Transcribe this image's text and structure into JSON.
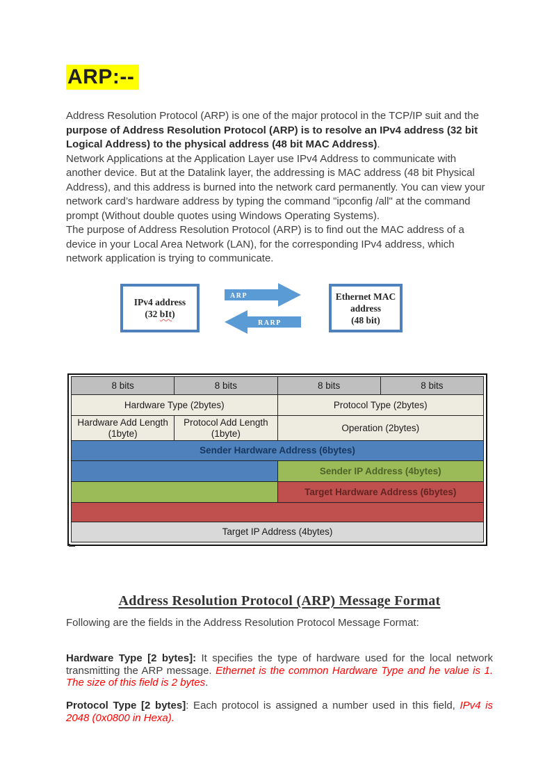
{
  "title": {
    "text": "ARP:--",
    "highlight_color": "#ffff00"
  },
  "intro": {
    "p1_start": "Address Resolution Protocol (ARP) is one of the major protocol in the TCP/IP suit and the ",
    "p1_bold": "purpose of Address Resolution Protocol (ARP) is to resolve an IPv4 address (32 bit Logical Address) to the physical address (48 bit MAC Address)",
    "p1_end": ".",
    "p2": "Network Applications at the Application Layer use IPv4 Address to communicate with another device.  But at the Datalink layer, the addressing is MAC address (48 bit Physical Address), and this address is burned into the network card permanently. You can view your network card’s hardware address by typing the command \"ipconfig /all\" at the command prompt (Without double quotes using Windows Operating Systems).",
    "p3": "The purpose of Address Resolution Protocol (ARP) is to find out the MAC address of a device in your Local Area Network (LAN), for the corresponding IPv4 address, which network application is trying to communicate."
  },
  "diagram": {
    "left_box": {
      "line1": "IPv4 address",
      "line2_prefix": "(32 ",
      "line2_word": "bIt",
      "line2_suffix": ")"
    },
    "right_box": {
      "line1": "Ethernet MAC",
      "line2": "address",
      "line3": "(48 bit)"
    },
    "forward_arrow_label": "ARP",
    "reverse_arrow_label": "RARP",
    "arrow_color": "#5b9bd5",
    "box_border_color": "#4f81bd"
  },
  "arp_table": {
    "header_row": [
      "8 bits",
      "8 bits",
      "8 bits",
      "8 bits"
    ],
    "hardware_type": "Hardware Type (2bytes)",
    "protocol_type": "Protocol Type (2bytes)",
    "hardware_add_length": "Hardware Add Length (1byte)",
    "protocol_add_length": "Protocol Add Length (1byte)",
    "operation": "Operation (2bytes)",
    "sender_hardware_address": "Sender Hardware Address (6bytes)",
    "sender_ip_address": "Sender IP Address (4bytes)",
    "target_hardware_address": "Target Hardware Address (6bytes)",
    "target_ip_address": "Target IP Address (4bytes)",
    "colors": {
      "header_bg": "#bfbfbf",
      "field_bg": "#eeece1",
      "sender_hw_bg": "#4f81bd",
      "sender_ip_bg": "#9bbb59",
      "target_hw_bg": "#c0504d",
      "target_ip_bg": "#d9d9d9"
    }
  },
  "section": {
    "heading": "Address Resolution Protocol (ARP) Message Format",
    "intro_line": "Following are the fields in the Address Resolution Protocol Message Format:"
  },
  "fields": {
    "hardware_type": {
      "label": "Hardware Type [2 bytes]:",
      "description": " It specifies the type of hardware used for the local network transmitting the ARP message. ",
      "note_red": "Ethernet is the common Hardware Type and he value is 1. The size of this field is 2 bytes",
      "tail": "."
    },
    "protocol_type": {
      "label": "Protocol Type [2 bytes]",
      "description": ": Each protocol is assigned a number used in this field, ",
      "note_red": "IPv4 is 2048 (0x0800 in Hexa).",
      "tail": ""
    }
  }
}
